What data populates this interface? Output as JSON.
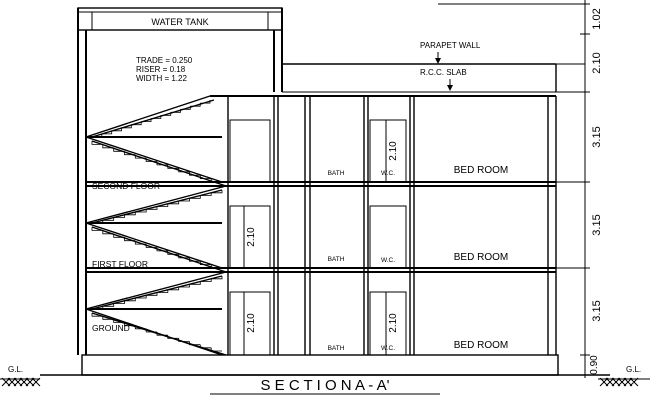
{
  "labels": {
    "water_tank": "WATER TANK",
    "stair_trade": "TRADE = 0.250",
    "stair_riser": "RISER  = 0.18",
    "stair_width": "WIDTH = 1.22",
    "parapet_wall": "PARAPET WALL",
    "rcc_slab": "R.C.C. SLAB",
    "second_floor": "SECOND FLOOR",
    "first_floor": "FIRST FLOOR",
    "ground": "GROUND",
    "gl_left": "G.L.",
    "gl_right": "G.L.",
    "title": "S E C T I O N   A - A'"
  },
  "floors": [
    {
      "bath": "BATH",
      "wc": "W.C.",
      "room": "BED ROOM",
      "door_height": "2.10"
    },
    {
      "bath": "BATH",
      "wc": "W.C.",
      "room": "BED ROOM",
      "door_height": "2.10"
    },
    {
      "bath": "BATH",
      "wc": "W.C.",
      "room": "BED ROOM",
      "door_height": "2.10"
    }
  ],
  "dimensions": [
    "1.02",
    "2.10",
    "3.15",
    "3.15",
    "3.15",
    "0.90"
  ]
}
